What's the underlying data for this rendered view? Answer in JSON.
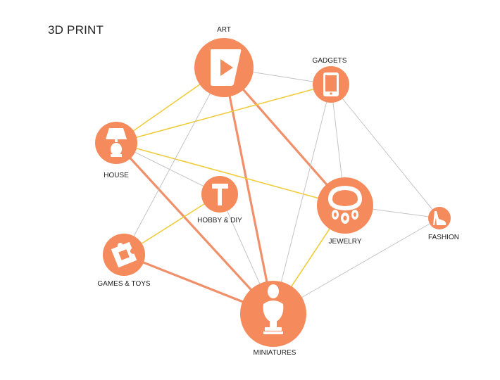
{
  "title": "3D PRINT",
  "colors": {
    "node": "#f58a5c",
    "strong": "#f0906a",
    "yellow": "#f0cc3c",
    "grey": "#c4c4c4",
    "icon": "#ffffff"
  },
  "nodes": {
    "art": {
      "label": "ART",
      "icon": "play-icon"
    },
    "gadgets": {
      "label": "GADGETS",
      "icon": "smartphone-icon"
    },
    "house": {
      "label": "HOUSE",
      "icon": "lamp-icon"
    },
    "hobby": {
      "label": "HOBBY & DIY",
      "icon": "hammer-icon"
    },
    "jewelry": {
      "label": "JEWELRY",
      "icon": "necklace-icon"
    },
    "fashion": {
      "label": "FASHION",
      "icon": "high-heel-icon"
    },
    "games": {
      "label": "GAMES & TOYS",
      "icon": "puzzle-cube-icon"
    },
    "miniatures": {
      "label": "MINIATURES",
      "icon": "bust-icon"
    }
  },
  "edges": [
    {
      "from": "art",
      "to": "miniatures",
      "type": "strong"
    },
    {
      "from": "art",
      "to": "jewelry",
      "type": "strong"
    },
    {
      "from": "house",
      "to": "miniatures",
      "type": "strong"
    },
    {
      "from": "games",
      "to": "miniatures",
      "type": "strong"
    },
    {
      "from": "art",
      "to": "house",
      "type": "yellow"
    },
    {
      "from": "house",
      "to": "gadgets",
      "type": "yellow"
    },
    {
      "from": "house",
      "to": "jewelry",
      "type": "yellow"
    },
    {
      "from": "hobby",
      "to": "games",
      "type": "yellow"
    },
    {
      "from": "jewelry",
      "to": "miniatures",
      "type": "yellow"
    },
    {
      "from": "art",
      "to": "gadgets",
      "type": "grey"
    },
    {
      "from": "art",
      "to": "games",
      "type": "grey"
    },
    {
      "from": "house",
      "to": "hobby",
      "type": "grey"
    },
    {
      "from": "gadgets",
      "to": "jewelry",
      "type": "grey"
    },
    {
      "from": "gadgets",
      "to": "fashion",
      "type": "grey"
    },
    {
      "from": "gadgets",
      "to": "miniatures",
      "type": "grey"
    },
    {
      "from": "hobby",
      "to": "miniatures",
      "type": "grey"
    },
    {
      "from": "jewelry",
      "to": "fashion",
      "type": "grey"
    },
    {
      "from": "fashion",
      "to": "miniatures",
      "type": "grey"
    }
  ]
}
